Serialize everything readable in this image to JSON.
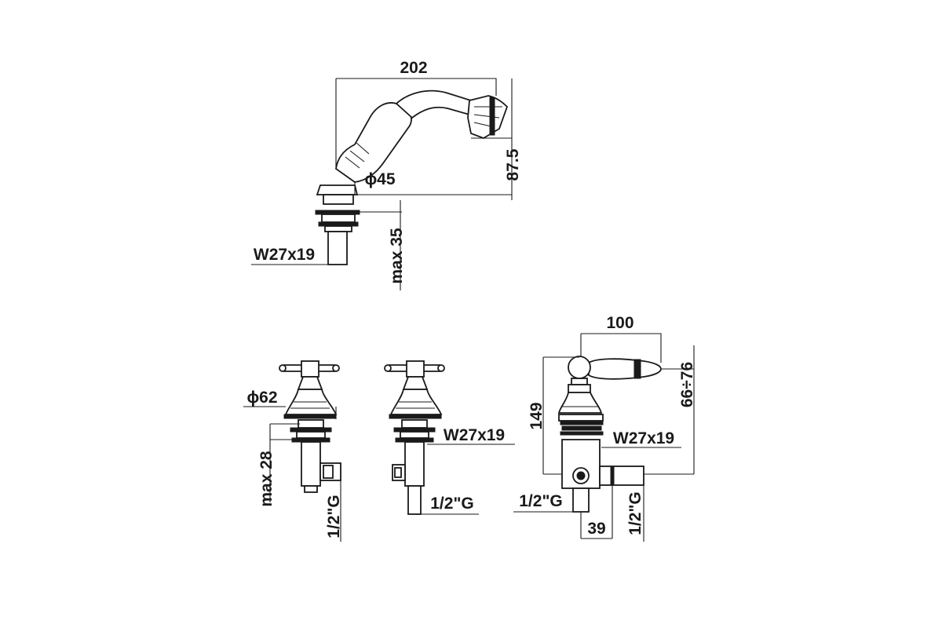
{
  "colors": {
    "background": "#ffffff",
    "line": "#1a1a1a"
  },
  "hand_shower": {
    "dim_length": "202",
    "dim_head_height": "87.5",
    "dim_diameter": "ϕ45",
    "dim_thread": "W27x19",
    "dim_max_height": "max 35"
  },
  "left_valve": {
    "dim_diameter": "ϕ62",
    "dim_max_height": "max 28",
    "dim_pipe": "1/2\"G"
  },
  "middle_valve": {
    "dim_thread": "W27x19",
    "dim_pipe": "1/2\"G"
  },
  "lever_diverter": {
    "dim_lever_length": "100",
    "dim_height": "149",
    "dim_range": "66÷76",
    "dim_thread": "W27x19",
    "dim_pipe_bottom": "1/2\"G",
    "dim_offset": "39",
    "dim_pipe_side": "1/2\"G"
  }
}
